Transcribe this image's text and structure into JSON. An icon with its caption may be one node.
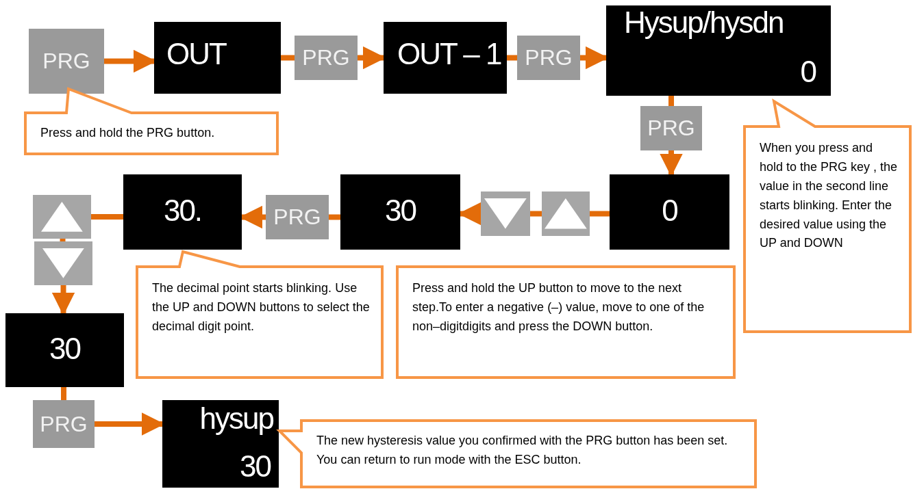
{
  "diagram": {
    "nodes": [
      {
        "text": [
          "PRG"
        ]
      },
      {
        "text": [
          "OUT"
        ]
      },
      {
        "text": [
          "PRG"
        ]
      },
      {
        "text": [
          "OUT – 1"
        ]
      },
      {
        "text": [
          "PRG"
        ]
      },
      {
        "text": [
          "Hysup/hysdn",
          "0"
        ]
      },
      {
        "text": [
          "PRG"
        ]
      },
      {
        "text": [
          "0"
        ]
      },
      {
        "text": [],
        "shape": "box"
      },
      {
        "text": [],
        "shape": "box"
      },
      {
        "text": [
          "30"
        ]
      },
      {
        "text": [
          "PRG"
        ]
      },
      {
        "text": [
          "30."
        ]
      },
      {
        "text": [],
        "shape": "box"
      },
      {
        "text": [],
        "shape": "box"
      },
      {
        "text": [
          "30"
        ]
      },
      {
        "text": [
          "PRG"
        ]
      },
      {
        "text": [
          "hysup",
          "30"
        ]
      },
      {
        "text": [
          "Press and hold the PRG button."
        ]
      },
      {
        "text": [
          "When you press and hold to the PRG key , the value in the second line starts blinking. Enter the desired value using the UP and DOWN"
        ]
      },
      {
        "text": [
          "The decimal point starts blinking. Use the UP and DOWN buttons to select the decimal digit point."
        ]
      },
      {
        "text": [
          "Press and hold the UP button to move to the next step.To enter a negative (–) value, move to one of the non–digitdigits and press the DOWN button."
        ]
      },
      {
        "text": [
          "The new hysteresis value you confirmed with the PRG button has been set. You can return to run mode with the ESC button."
        ]
      }
    ],
    "edges": [
      {
        "from": 0,
        "to": 1,
        "arrow": "to"
      },
      {
        "from": 1,
        "to": 2,
        "arrow": "none"
      },
      {
        "from": 2,
        "to": 3,
        "arrow": "to"
      },
      {
        "from": 3,
        "to": 4,
        "arrow": "none"
      },
      {
        "from": 4,
        "to": 5,
        "arrow": "to"
      },
      {
        "from": 5,
        "to": 6,
        "arrow": "none"
      },
      {
        "from": 6,
        "to": 7,
        "arrow": "to"
      },
      {
        "from": 7,
        "to": 8,
        "arrow": "none"
      },
      {
        "from": 8,
        "to": 9,
        "arrow": "none"
      },
      {
        "from": 9,
        "to": 10,
        "arrow": "to"
      },
      {
        "from": 10,
        "to": 11,
        "arrow": "none"
      },
      {
        "from": 11,
        "to": 12,
        "arrow": "to"
      },
      {
        "from": 12,
        "to": 13,
        "arrow": "none"
      },
      {
        "from": 13,
        "to": 14,
        "arrow": "none"
      },
      {
        "from": 14,
        "to": 15,
        "arrow": "to"
      },
      {
        "from": 15,
        "to": 16,
        "arrow": "none"
      },
      {
        "from": 16,
        "to": 17,
        "arrow": "to"
      }
    ]
  }
}
